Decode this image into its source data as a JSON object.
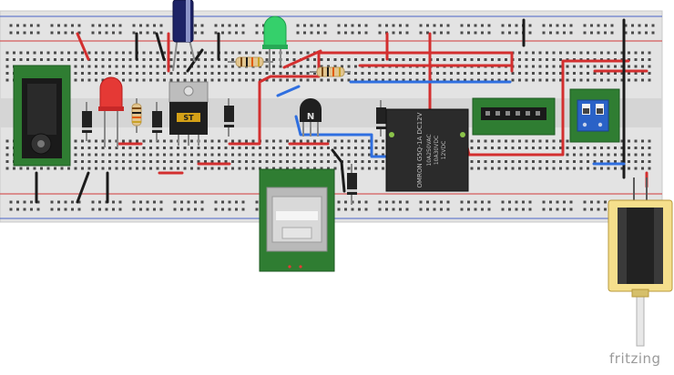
{
  "diagram": {
    "tool_watermark": "fritzing",
    "relay_label": "OMRON G5Q-1A DC12V",
    "relay_ratings": [
      "10A250VAC",
      "10A30VDC",
      "12VDC"
    ],
    "regulator_label": "ST",
    "components": [
      "breadboard",
      "dc-barrel-jack",
      "red-led",
      "green-led",
      "resistor",
      "diode",
      "voltage-regulator",
      "electrolytic-capacitor",
      "npn-transistor",
      "relay",
      "female-header",
      "dip-switch",
      "usb-a-connector",
      "solenoid"
    ]
  }
}
